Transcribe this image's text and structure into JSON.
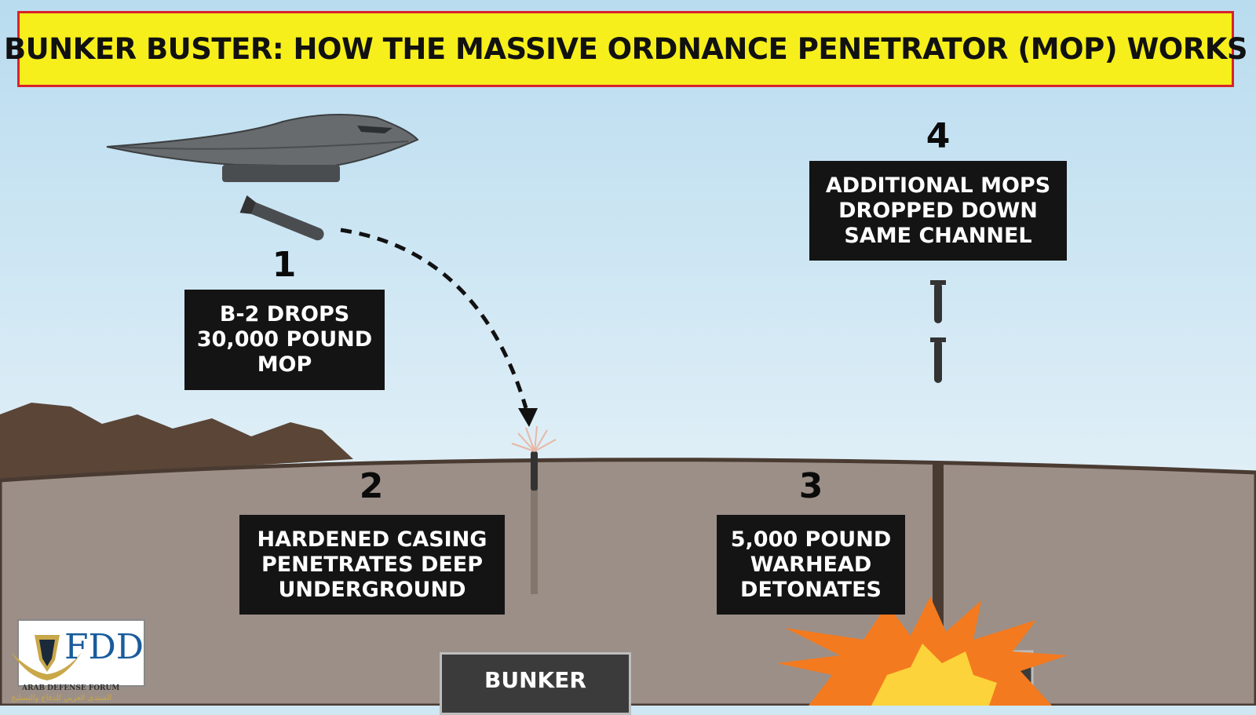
{
  "title": {
    "prefix": "BUNKER BUSTER:",
    "rest": " HOW THE MASSIVE ORDNANCE PENETRATOR (MOP) WORKS"
  },
  "steps": [
    {
      "number": "1",
      "lines": [
        "B-2 DROPS",
        "30,000 POUND",
        "MOP"
      ]
    },
    {
      "number": "2",
      "lines": [
        "HARDENED CASING",
        "PENETRATES DEEP",
        "UNDERGROUND"
      ]
    },
    {
      "number": "3",
      "lines": [
        "5,000 POUND",
        "WARHEAD",
        "DETONATES"
      ]
    },
    {
      "number": "4",
      "lines": [
        "ADDITIONAL MOPS",
        "DROPPED DOWN",
        "SAME CHANNEL"
      ]
    }
  ],
  "bunker_label": "BUNKER",
  "logo": {
    "mark": "FDD",
    "sub": "ARAB DEFENSE FORUM",
    "arabic": "المنتدى العربي للدفاع والتسليح"
  },
  "colors": {
    "banner": "#f6ef1b",
    "banner_border": "#d8232a",
    "ground": "#9c8f87",
    "mountains": "#5a4537",
    "explosion": "#f47a1f",
    "label_box": "#141414"
  }
}
